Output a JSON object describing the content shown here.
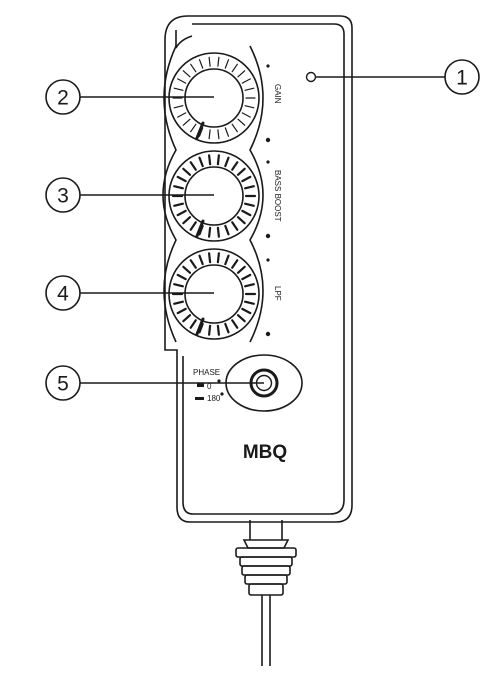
{
  "device": {
    "brand": "MBQ",
    "knobs": [
      {
        "label": "GAIN"
      },
      {
        "label": "BASS BOOST"
      },
      {
        "label": "LPF"
      }
    ],
    "phase": {
      "title": "PHASE",
      "option_0": "0",
      "option_180": "180"
    }
  },
  "callouts": [
    {
      "number": "1"
    },
    {
      "number": "2"
    },
    {
      "number": "3"
    },
    {
      "number": "4"
    },
    {
      "number": "5"
    }
  ]
}
